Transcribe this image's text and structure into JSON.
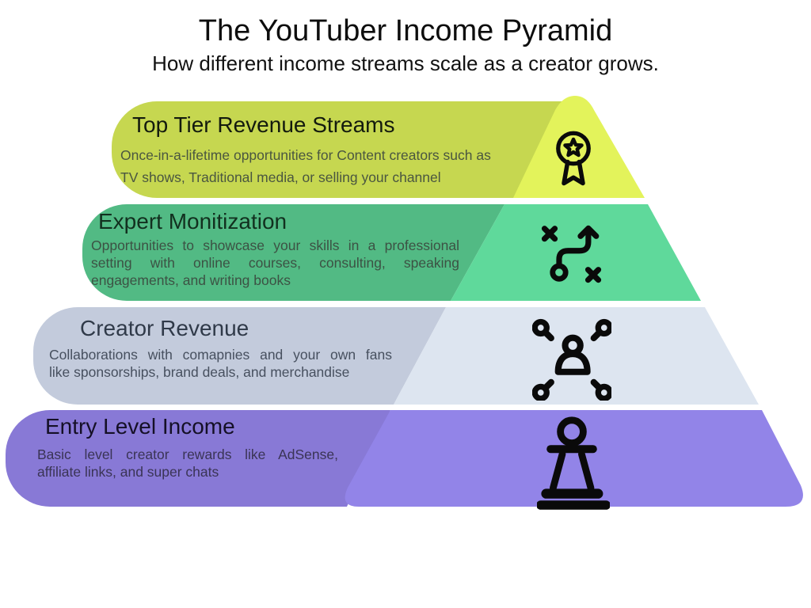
{
  "header": {
    "title": "The YouTuber Income Pyramid",
    "subtitle": "How different income streams scale as a creator grows."
  },
  "tiers": [
    {
      "level": 1,
      "label": "Top Tier Revenue Streams",
      "description_lines": [
        "Once-in-a-lifetime opportunities for Content creators such as",
        "TV shows, Traditional media, or selling your channel"
      ],
      "icon": "award-medal-icon",
      "colors": {
        "outer": "#c6d750",
        "inner": "#e3f35b"
      }
    },
    {
      "level": 2,
      "label": "Expert Monitization",
      "description_lines": [
        "Opportunities to showcase your skills in a professional",
        "setting with online courses, consulting, speaking",
        "engagements, and writing books"
      ],
      "icon": "strategy-icon",
      "colors": {
        "outer": "#52ba84",
        "inner": "#5fd99b"
      }
    },
    {
      "level": 3,
      "label": "Creator Revenue",
      "description_lines": [
        "Collaborations with comapnies and your own fans",
        "like sponsorships, brand deals, and merchandise"
      ],
      "icon": "people-network-icon",
      "colors": {
        "outer": "#c3cbdc",
        "inner": "#dde5f0"
      }
    },
    {
      "level": 4,
      "label": "Entry Level Income",
      "description_lines": [
        "Basic level creator rewards like AdSense,",
        "affiliate links, and super chats"
      ],
      "icon": "chess-pawn-icon",
      "colors": {
        "outer": "#8879d6",
        "inner": "#9284e8"
      }
    }
  ]
}
